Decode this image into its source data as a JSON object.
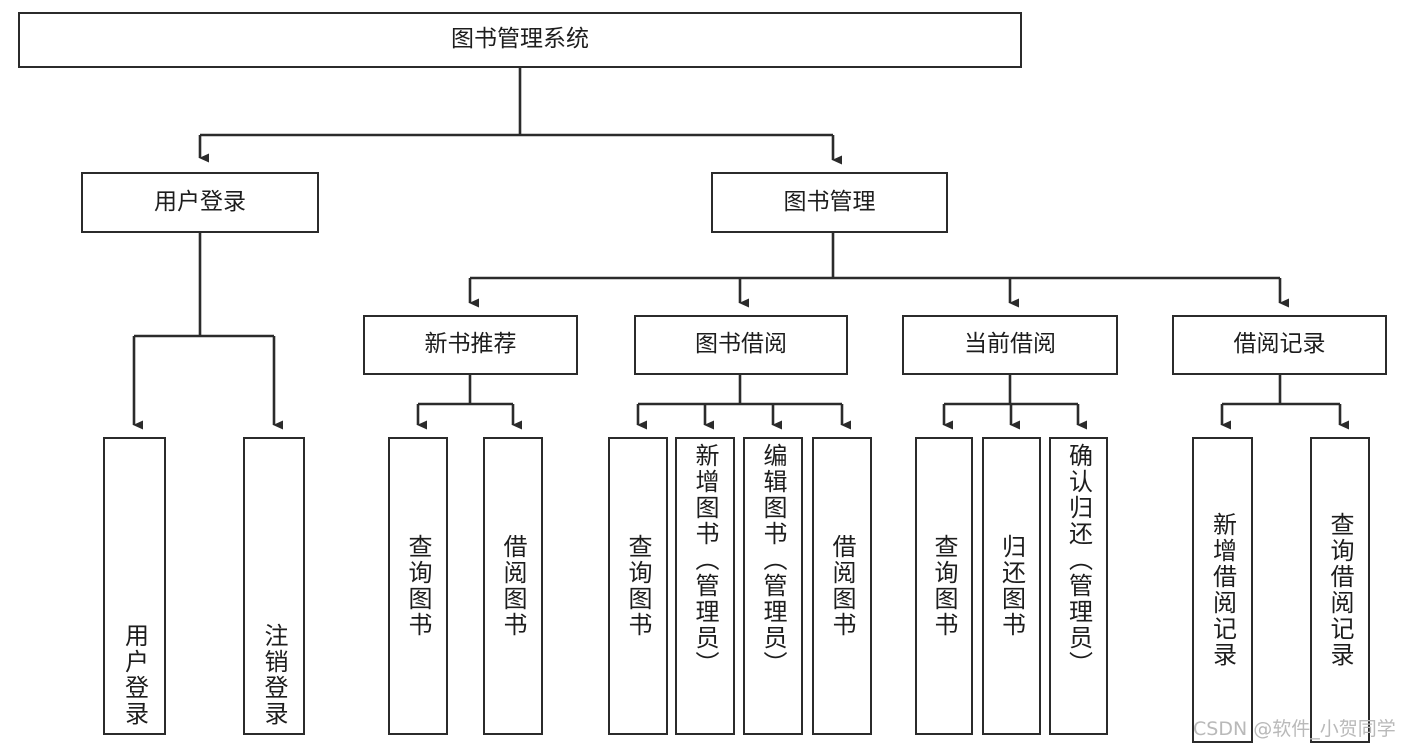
{
  "diagram": {
    "title": "图书管理系统",
    "type": "tree",
    "root": {
      "id": "root",
      "label": "图书管理系统",
      "orientation": "horizontal"
    },
    "level2": [
      {
        "id": "user-login",
        "label": "用户登录",
        "orientation": "horizontal"
      },
      {
        "id": "book-management",
        "label": "图书管理",
        "orientation": "horizontal"
      }
    ],
    "level3": [
      {
        "id": "new-book-recommend",
        "label": "新书推荐",
        "orientation": "horizontal",
        "parent": "book-management"
      },
      {
        "id": "book-borrow",
        "label": "图书借阅",
        "orientation": "horizontal",
        "parent": "book-management"
      },
      {
        "id": "current-borrow",
        "label": "当前借阅",
        "orientation": "horizontal",
        "parent": "book-management"
      },
      {
        "id": "borrow-record",
        "label": "借阅记录",
        "orientation": "horizontal",
        "parent": "book-management"
      }
    ],
    "leaves": [
      {
        "id": "leaf-user-login",
        "label": "用户登录",
        "parent": "user-login"
      },
      {
        "id": "leaf-logout-login",
        "label": "注销登录",
        "parent": "user-login"
      },
      {
        "id": "leaf-query-book-1",
        "label": "查询图书",
        "parent": "new-book-recommend"
      },
      {
        "id": "leaf-borrow-book-1",
        "label": "借阅图书",
        "parent": "new-book-recommend"
      },
      {
        "id": "leaf-query-book-2",
        "label": "查询图书",
        "parent": "book-borrow"
      },
      {
        "id": "leaf-add-book",
        "label": "新增图书（管理员）",
        "parent": "book-borrow"
      },
      {
        "id": "leaf-edit-book",
        "label": "编辑图书（管理员）",
        "parent": "book-borrow"
      },
      {
        "id": "leaf-borrow-book-2",
        "label": "借阅图书",
        "parent": "book-borrow"
      },
      {
        "id": "leaf-query-book-3",
        "label": "查询图书",
        "parent": "current-borrow"
      },
      {
        "id": "leaf-return-book",
        "label": "归还图书",
        "parent": "current-borrow"
      },
      {
        "id": "leaf-confirm-return",
        "label": "确认归还（管理员）",
        "parent": "current-borrow"
      },
      {
        "id": "leaf-add-record",
        "label": "新增借阅记录",
        "parent": "borrow-record"
      },
      {
        "id": "leaf-query-record",
        "label": "查询借阅记录",
        "parent": "borrow-record"
      }
    ]
  },
  "watermark": {
    "text": "CSDN @软件_小贺同学"
  },
  "colors": {
    "stroke": "#2b2b2b",
    "background": "#ffffff",
    "text": "#1d1d1d",
    "watermark": "#b9b9b9"
  }
}
